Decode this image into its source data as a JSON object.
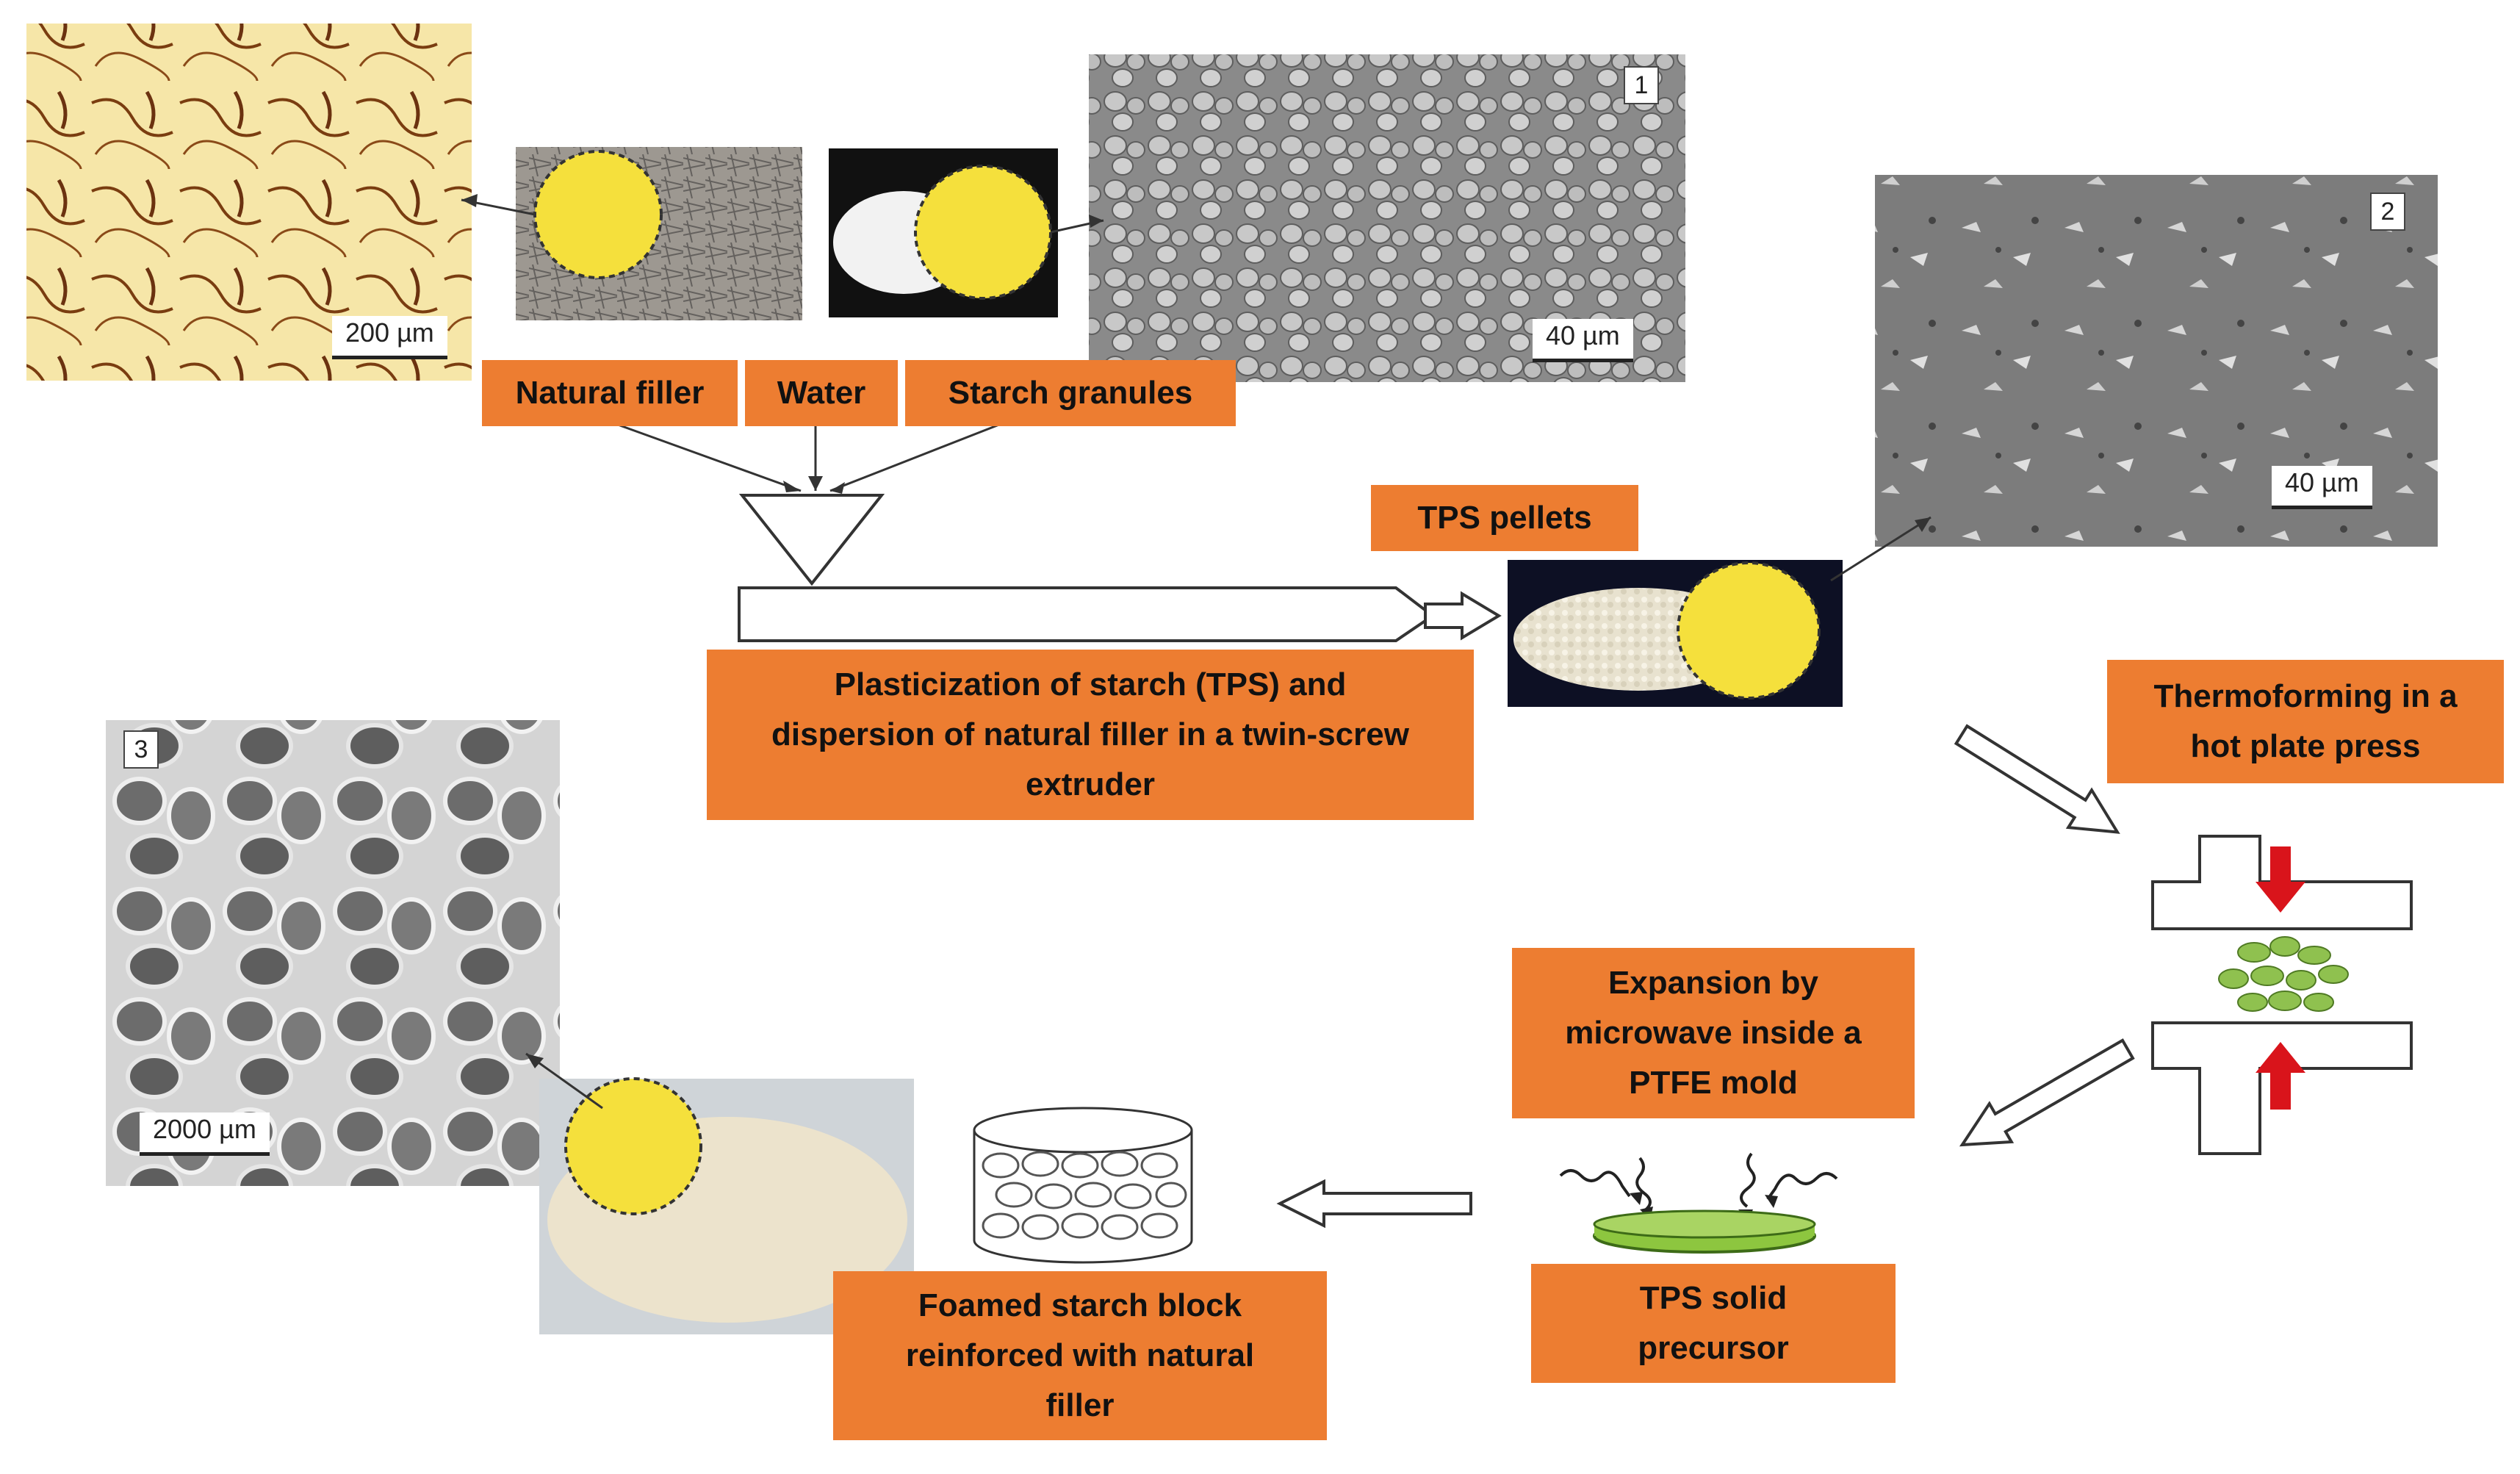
{
  "labels": {
    "natural_filler": "Natural filler",
    "water": "Water",
    "starch_granules": "Starch granules",
    "tps_pellets": "TPS pellets",
    "extruder": [
      "Plasticization of starch (TPS) and",
      "dispersion of natural filler in a twin-screw",
      "extruder"
    ],
    "thermoforming": [
      "Thermoforming in a",
      "hot plate press"
    ],
    "expansion": [
      "Expansion by",
      "microwave inside a",
      "PTFE mold"
    ],
    "precursor": [
      "TPS solid",
      "precursor"
    ],
    "foamed": [
      "Foamed starch block",
      "reinforced with natural",
      "filler"
    ]
  },
  "micrographs": {
    "fiber_scale": "200 µm",
    "sem1_number": "1",
    "sem1_scale": "40 µm",
    "sem2_number": "2",
    "sem2_scale": "40 µm",
    "sem3_number": "3",
    "sem3_scale": "2000 µm"
  },
  "colors": {
    "label_fill": "#ed7d31",
    "highlight_circle": "#f5e03c",
    "press_arrow": "#d9141b",
    "pellet_green": "#8fc14f",
    "precursor_green": "#8dc63f"
  }
}
